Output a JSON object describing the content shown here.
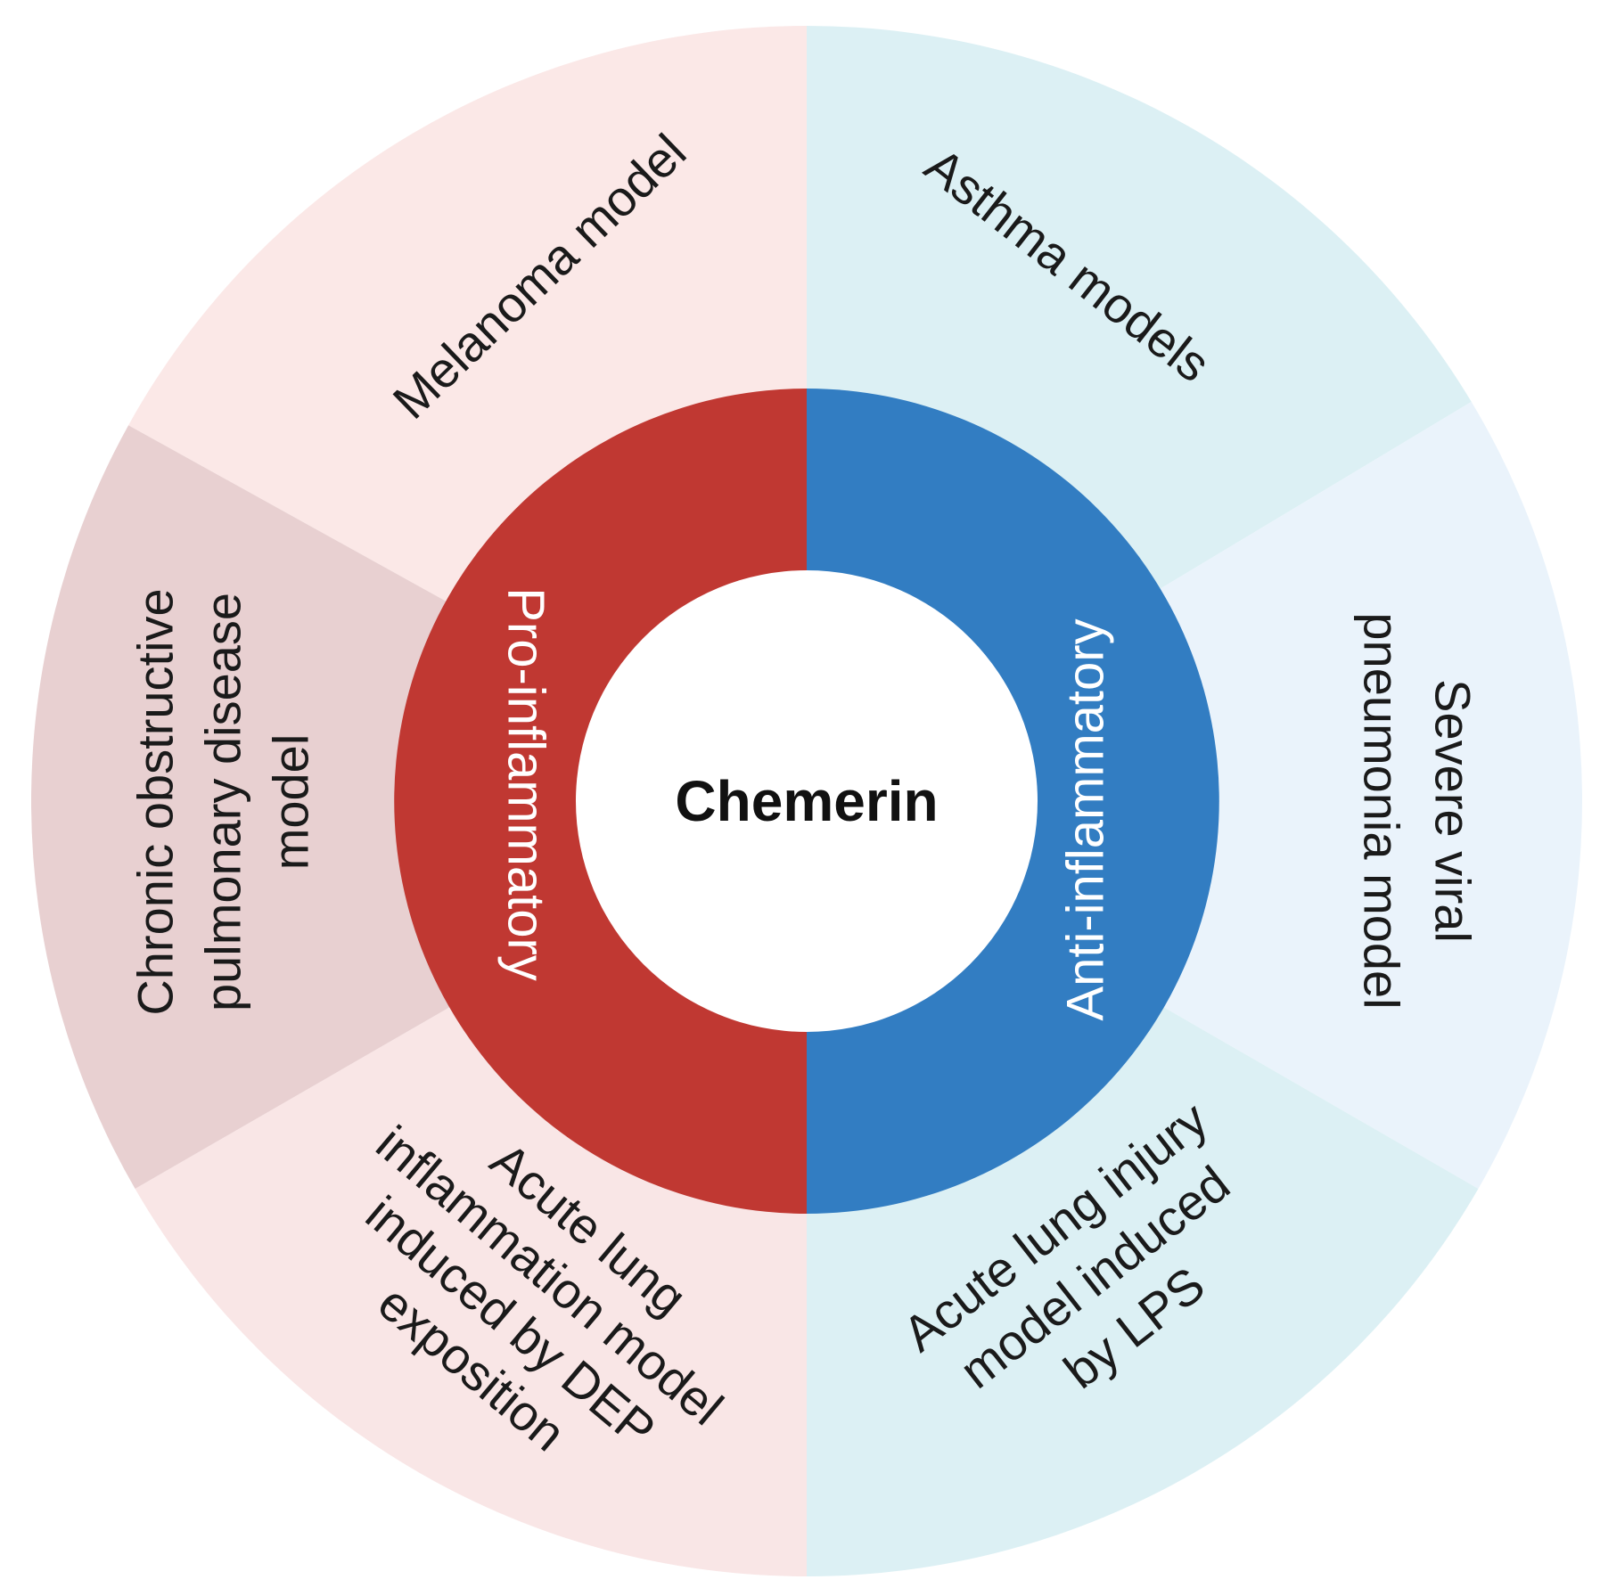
{
  "center": {
    "label": "Chemerin"
  },
  "inner_ring": {
    "left": {
      "label": "Pro-inflammatory",
      "color": "#c03832"
    },
    "right": {
      "label": "Anti-inflammatory",
      "color": "#327dc2"
    }
  },
  "outer_segments": [
    {
      "key": "melanoma",
      "lines": [
        "Melanoma model"
      ],
      "color": "#fbe8e7"
    },
    {
      "key": "asthma",
      "lines": [
        "Asthma models"
      ],
      "color": "#dcf0f4"
    },
    {
      "key": "viral",
      "lines": [
        "Severe viral",
        "pneumonia model"
      ],
      "color": "#eaf3fb"
    },
    {
      "key": "lps",
      "lines": [
        "Acute lung injury",
        "model induced",
        "by LPS"
      ],
      "color": "#dcf0f4"
    },
    {
      "key": "dep",
      "lines": [
        "Acute lung",
        "inflammation model",
        "induced by DEP",
        "exposition"
      ],
      "color": "#f9e6e6"
    },
    {
      "key": "copd",
      "lines": [
        "Chronic obstructive",
        "pulmonary disease",
        "model"
      ],
      "color": "#e8d0d1"
    }
  ]
}
